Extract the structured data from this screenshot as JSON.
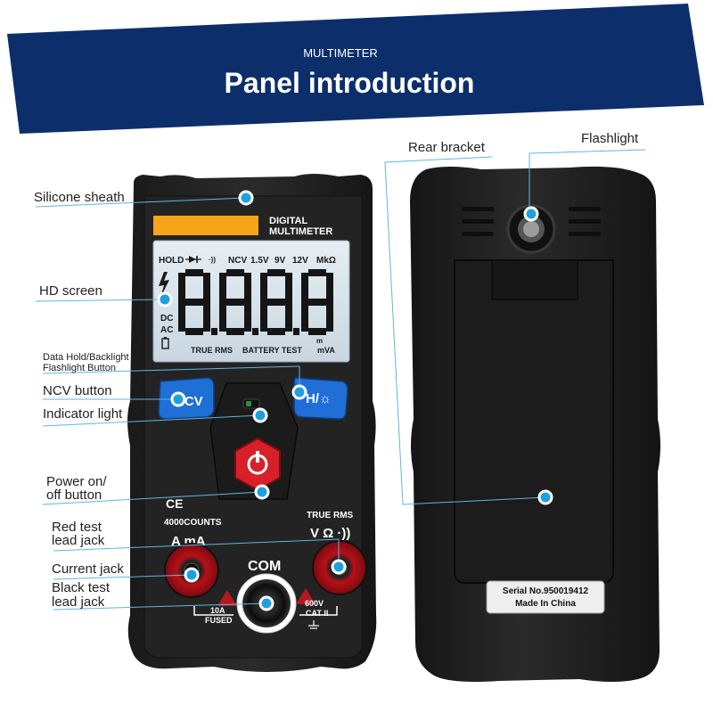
{
  "banner": {
    "subtitle": "MULTIMETER",
    "title": "Panel introduction"
  },
  "callouts": {
    "silicone_sheath": "Silicone sheath",
    "hd_screen": "HD screen",
    "data_hold_line1": "Data Hold/Backlight",
    "data_hold_line2": "Flashlight Button",
    "ncv_button": "NCV button",
    "indicator_light": "Indicator light",
    "power_line1": "Power on/",
    "power_line2": "off button",
    "red_jack_line1": "Red test",
    "red_jack_line2": "lead jack",
    "current_jack": "Current jack",
    "black_jack_line1": "Black test",
    "black_jack_line2": "lead jack",
    "rear_bracket": "Rear bracket",
    "flashlight": "Flashlight"
  },
  "device": {
    "brand_line1": "DIGITAL",
    "brand_line2": "MULTIMETER",
    "lcd": {
      "hold": "HOLD",
      "ncv": "NCV",
      "v15": "1.5V",
      "v9": "9V",
      "v12": "12V",
      "mkohm": "MkΩ",
      "dc": "DC",
      "ac": "AC",
      "true_rms": "TRUE RMS",
      "battery_test": "BATTERY TEST",
      "unit": "mVA",
      "unit_prefix": "m",
      "digits": "8.8.8.8"
    },
    "ncv_label": "NCV",
    "h_label": "H/☼",
    "ce": "CE",
    "counts": "4000COUNTS",
    "true_rms": "TRUE  RMS",
    "a_ma": "A mA",
    "v_ohm": "V Ω ·))",
    "com": "COM",
    "fused_line1": "10A",
    "fused_line2": "FUSED",
    "cat_line1": "600V",
    "cat_line2": "CAT II"
  },
  "rear": {
    "serial": "Serial No.950019412",
    "made_in": "Made In China"
  },
  "colors": {
    "banner": "#0c2f6b",
    "accent_blue": "#1f6fd6",
    "power_red": "#d8202a",
    "jack_red": "#c8141c",
    "lcd_bg": "#dce6ee",
    "orange_strip": "#f5a51a",
    "callout_dot": "#1ea0e0"
  }
}
